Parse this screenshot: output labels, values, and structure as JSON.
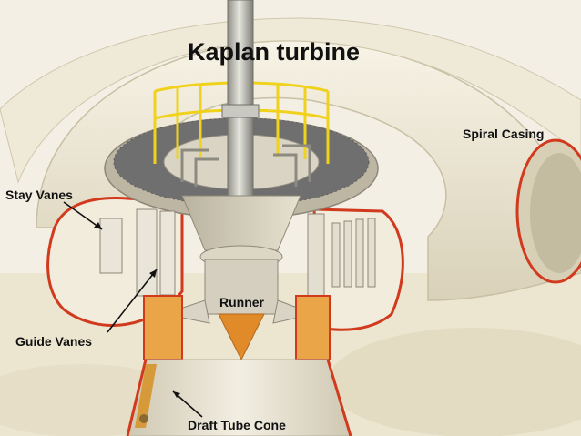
{
  "diagram": {
    "title": "Kaplan turbine",
    "labels": {
      "spiral_casing": "Spiral Casing",
      "stay_vanes": "Stay Vanes",
      "runner": "Runner",
      "guide_vanes": "Guide Vanes",
      "draft_tube_cone": "Draft Tube Cone"
    }
  },
  "colors": {
    "background": "#f3efe4",
    "casing": "#ece6d2",
    "casing_shadow": "#c9c1a8",
    "section_edge": "#d23a1e",
    "rail": "#f0d21c",
    "deck": "#6f6f6f",
    "runner": "#e08a2a"
  }
}
